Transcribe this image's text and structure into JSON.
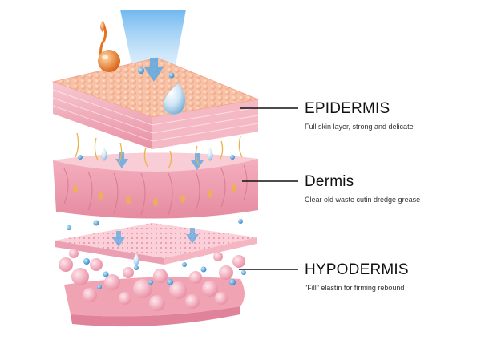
{
  "layers": [
    {
      "id": "epidermis",
      "name": "EPIDERMIS",
      "description": "Full skin layer, strong and delicate"
    },
    {
      "id": "dermis",
      "name": "Dermis",
      "description": "Clear old waste cutin dredge grease"
    },
    {
      "id": "hypodermis",
      "name": "HYPODERMIS",
      "description": "\"Fill\" elastin for firming rebound"
    }
  ],
  "colors": {
    "skin_light": "#f7c6cf",
    "skin_mid": "#ef9fb0",
    "skin_dark": "#d9788e",
    "cells": "#f3b08f",
    "fibers": "#e8b44a",
    "droplets": "#4a9fd6",
    "serum": "#e8711d",
    "beam": "#8fc6f0"
  },
  "icons": [
    "serum-drop-icon",
    "water-droplet-icon",
    "absorption-arrow-icon"
  ]
}
